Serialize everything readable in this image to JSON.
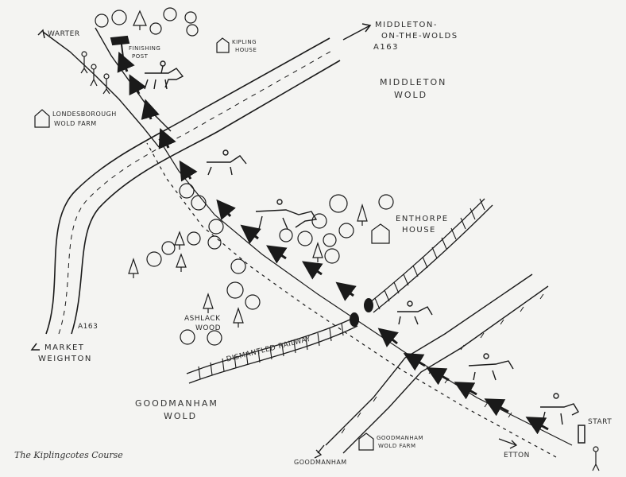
{
  "labels": {
    "warter": "WARTER",
    "finishing_post_1": "FINISHING",
    "finishing_post_2": "POST",
    "kipling_house_1": "KIPLING",
    "kipling_house_2": "HOUSE",
    "middleton_1": "MIDDLETON-",
    "middleton_2": "ON-THE-WOLDS",
    "a163_top": "A163",
    "middleton_wold_1": "MIDDLETON",
    "middleton_wold_2": "WOLD",
    "londesborough_1": "LONDESBOROUGH",
    "londesborough_2": "WOLD FARM",
    "enthorpe_1": "ENTHORPE",
    "enthorpe_2": "HOUSE",
    "a163_bottom": "A163",
    "market_weighton_1": "MARKET",
    "market_weighton_2": "WEIGHTON",
    "ashlack_1": "ASHLACK",
    "ashlack_2": "WOOD",
    "dismantled_railway": "DISMANTLED RAILWAY",
    "goodmanham_wold_1": "GOODMANHAM",
    "goodmanham_wold_2": "WOLD",
    "goodmanham_farm_1": "GOODMANHAM",
    "goodmanham_farm_2": "WOLD FARM",
    "goodmanham": "GOODMANHAM",
    "etton": "ETTON",
    "start": "START"
  },
  "caption": "The Kiplingcotes Course",
  "colors": {
    "ink": "#1a1a1a",
    "paper": "#f4f4f2"
  }
}
